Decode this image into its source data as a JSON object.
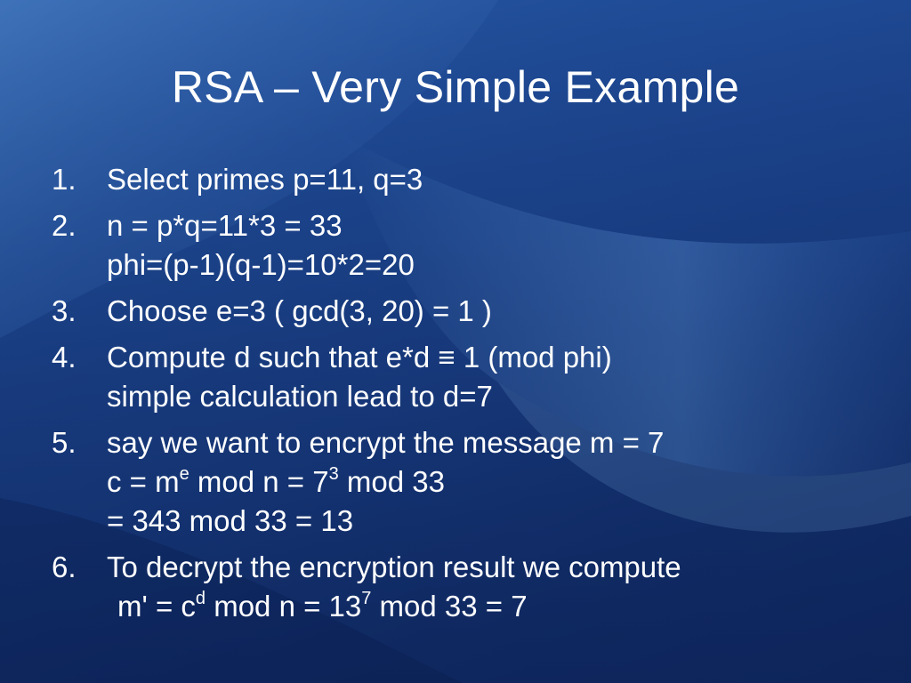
{
  "title": "RSA – Very Simple Example",
  "items": [
    {
      "num": "1.",
      "l1": "Select primes p=11, q=3"
    },
    {
      "num": "2.",
      "l1": "n = p*q=11*3 = 33",
      "l2": "phi=(p-1)(q-1)=10*2=20"
    },
    {
      "num": "3.",
      "l1": "Choose e=3 ( gcd(3, 20) = 1 )"
    },
    {
      "num": "4.",
      "l1": "Compute d such that e*d ≡ 1 (mod phi)",
      "l2": "simple calculation lead to d=7"
    },
    {
      "num": "5.",
      "l1": "say we want to encrypt the message m = 7",
      "l2a": "c = m",
      "l2b": "e",
      "l2c": " mod n = 7",
      "l2d": "3",
      "l2e": " mod 33",
      "l3": "= 343 mod 33 = 13"
    },
    {
      "num": "6.",
      "l1": "To decrypt the encryption result we compute",
      "l2a": "m' = c",
      "l2b": "d",
      "l2c": " mod n = 13",
      "l2d": "7",
      "l2e": " mod 33 = 7"
    }
  ],
  "colors": {
    "background": "#1d3f8a",
    "text": "#ffffff"
  }
}
